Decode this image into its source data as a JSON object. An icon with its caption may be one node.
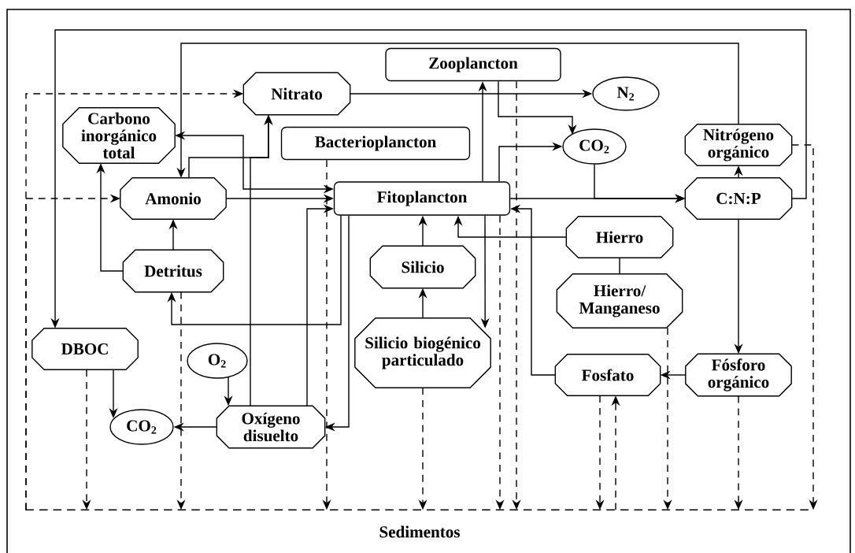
{
  "diagram": {
    "nodes": [
      {
        "text": [
          "Zooplancton"
        ]
      },
      {
        "text": [
          "Nitrato"
        ]
      },
      {
        "text": [
          "N$_{2}$"
        ]
      },
      {
        "text": [
          "Carbono inorgánico total"
        ]
      },
      {
        "text": [
          "Bacterioplancton"
        ]
      },
      {
        "text": [
          "CO$_{2}$"
        ]
      },
      {
        "text": [
          "Nitrógeno orgánico"
        ]
      },
      {
        "text": [
          "Amonio"
        ]
      },
      {
        "text": [
          "Fitoplancton"
        ]
      },
      {
        "text": [
          "C:N:P"
        ]
      },
      {
        "text": [
          "Hierro"
        ]
      },
      {
        "text": [
          "Detritus"
        ]
      },
      {
        "text": [
          "Silicio"
        ]
      },
      {
        "text": [
          "Hierro/ Manganeso"
        ]
      },
      {
        "text": [
          "DBOC"
        ]
      },
      {
        "text": [
          "O$_{2}$"
        ]
      },
      {
        "text": [
          "Silicio biogénico particulado"
        ]
      },
      {
        "text": [
          "Fosfato"
        ]
      },
      {
        "text": [
          "Fósforo orgánico"
        ]
      },
      {
        "text": [
          "CO$_{2}$"
        ]
      },
      {
        "text": [
          "Oxígeno disuelto"
        ]
      },
      {
        "text": [
          "Sedimentos"
        ]
      }
    ],
    "edges": [
      {
        "from": 9,
        "to": 14,
        "arrow": "to"
      },
      {
        "from": 6,
        "to": 7,
        "arrow": "to"
      },
      {
        "from": 1,
        "to": 2,
        "arrow": "to"
      },
      {
        "from": 0,
        "to": 5,
        "arrow": "to"
      },
      {
        "from": 8,
        "to": 0,
        "arrow": "to"
      },
      {
        "from": 8,
        "to": 5,
        "arrow": "to"
      },
      {
        "from": 5,
        "to": 9,
        "arrow": "to"
      },
      {
        "from": 8,
        "to": 9,
        "arrow": "to"
      },
      {
        "from": 9,
        "to": 6,
        "arrow": "to"
      },
      {
        "from": 9,
        "to": 18,
        "arrow": "to"
      },
      {
        "from": 18,
        "to": 17,
        "arrow": "to"
      },
      {
        "from": 17,
        "to": 8,
        "arrow": "to"
      },
      {
        "from": 10,
        "to": 8,
        "arrow": "to"
      },
      {
        "from": 10,
        "to": 13,
        "arrow": "none"
      },
      {
        "from": 12,
        "to": 8,
        "arrow": "to"
      },
      {
        "from": 16,
        "to": 12,
        "arrow": "to"
      },
      {
        "from": 8,
        "to": 16,
        "arrow": "to"
      },
      {
        "from": 7,
        "to": 8,
        "arrow": "to"
      },
      {
        "from": 8,
        "to": 3,
        "arrow": "both"
      },
      {
        "from": 20,
        "to": 8,
        "arrow": "to"
      },
      {
        "from": 8,
        "to": 11,
        "arrow": "to"
      },
      {
        "from": 8,
        "to": 20,
        "arrow": "to"
      },
      {
        "from": 7,
        "to": 1,
        "arrow": "to"
      },
      {
        "from": 20,
        "to": 1,
        "arrow": "to"
      },
      {
        "from": 11,
        "to": 3,
        "arrow": "to"
      },
      {
        "from": 11,
        "to": 7,
        "arrow": "to"
      },
      {
        "from": 15,
        "to": 20,
        "arrow": "to"
      },
      {
        "from": 20,
        "to": 19,
        "arrow": "to"
      },
      {
        "from": 14,
        "to": 19,
        "arrow": "to"
      },
      {
        "from": 21,
        "to": 1,
        "arrow": "to",
        "style": "dashed"
      },
      {
        "from": 21,
        "to": 7,
        "arrow": "to",
        "style": "dashed"
      },
      {
        "from": 14,
        "to": 21,
        "arrow": "to",
        "style": "dashed"
      },
      {
        "from": 11,
        "to": 21,
        "arrow": "to",
        "style": "dashed"
      },
      {
        "from": 4,
        "to": 21,
        "arrow": "to",
        "style": "dashed"
      },
      {
        "from": 16,
        "to": 21,
        "arrow": "to",
        "style": "dashed"
      },
      {
        "from": 8,
        "to": 21,
        "arrow": "to",
        "style": "dashed"
      },
      {
        "from": 0,
        "to": 21,
        "arrow": "to",
        "style": "dashed"
      },
      {
        "from": 17,
        "to": 21,
        "arrow": "to",
        "style": "dashed"
      },
      {
        "from": 21,
        "to": 17,
        "arrow": "to",
        "style": "dashed"
      },
      {
        "from": 13,
        "to": 21,
        "arrow": "to",
        "style": "dashed"
      },
      {
        "from": 18,
        "to": 21,
        "arrow": "to",
        "style": "dashed"
      },
      {
        "from": 6,
        "to": 21,
        "arrow": "to",
        "style": "dashed"
      }
    ]
  }
}
